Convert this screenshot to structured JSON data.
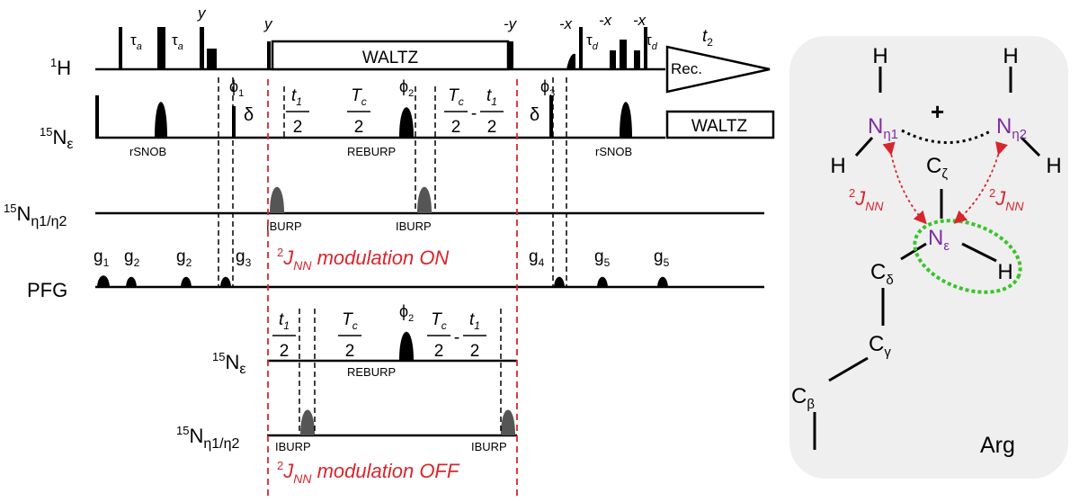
{
  "channels": {
    "h1": {
      "sup": "1",
      "name": "H"
    },
    "n_eps": {
      "sup": "15",
      "name": "N",
      "sub": "ε"
    },
    "n_eta": {
      "sup": "15",
      "name": "N",
      "sub": "η1/η2"
    },
    "pfg": "PFG",
    "n_eps_off": {
      "sup": "15",
      "name": "N",
      "sub": "ε"
    },
    "n_eta_off": {
      "sup": "15",
      "name": "N",
      "sub": "η1/η2"
    }
  },
  "phases": {
    "y1": "y",
    "y2": "y",
    "my": "-y",
    "mx1": "-x",
    "mx2": "-x",
    "mx3": "-x",
    "phi": "ϕ",
    "phi1_sub": "1",
    "phi2_sub": "2",
    "phi3_sub": "3",
    "phi2b_sub": "2"
  },
  "delays": {
    "tau": "τ",
    "tau_a_sub": "a",
    "tau_d_sub": "d",
    "delta": "δ",
    "t": "t",
    "t1_sub": "1",
    "t2_sub": "2",
    "T": "T",
    "Tc_sub": "c",
    "two": "2",
    "minus": "-"
  },
  "blocks": {
    "waltz_h": "WALTZ",
    "waltz_n": "WALTZ",
    "rec": "Rec."
  },
  "pulse_labels": {
    "rsnob1": "rSNOB",
    "rsnob2": "rSNOB",
    "reburp1": "REBURP",
    "reburp2": "REBURP",
    "iburp1": "IBURP",
    "iburp2": "IBURP",
    "iburp3": "IBURP",
    "iburp4": "IBURP"
  },
  "gradients": {
    "g": "g",
    "g1_sub": "1",
    "g2a_sub": "2",
    "g2b_sub": "2",
    "g3_sub": "3",
    "g4_sub": "4",
    "g5a_sub": "5",
    "g5b_sub": "5"
  },
  "modulation": {
    "pre_sup": "2",
    "J": "J",
    "J_sub": "NN",
    "on_text": " modulation ON",
    "off_text": " modulation OFF"
  },
  "molecule": {
    "H": "H",
    "N": "N",
    "C": "C",
    "plus": "+",
    "eta1_sub": "η1",
    "eta2_sub": "η2",
    "zeta_sub": "ζ",
    "eps_sub": "ε",
    "delta_sub": "δ",
    "gamma_sub": "γ",
    "beta_sub": "β",
    "coupling_sup": "2",
    "coupling_J": "J",
    "coupling_sub": "NN",
    "residue": "Arg"
  },
  "colors": {
    "red": "#d8262d",
    "purple": "#7b2fa3",
    "green": "#39c42a",
    "panel": "#efefef",
    "shaped_pulse_dark": "#111111",
    "shaped_pulse_grey": "#555555"
  }
}
